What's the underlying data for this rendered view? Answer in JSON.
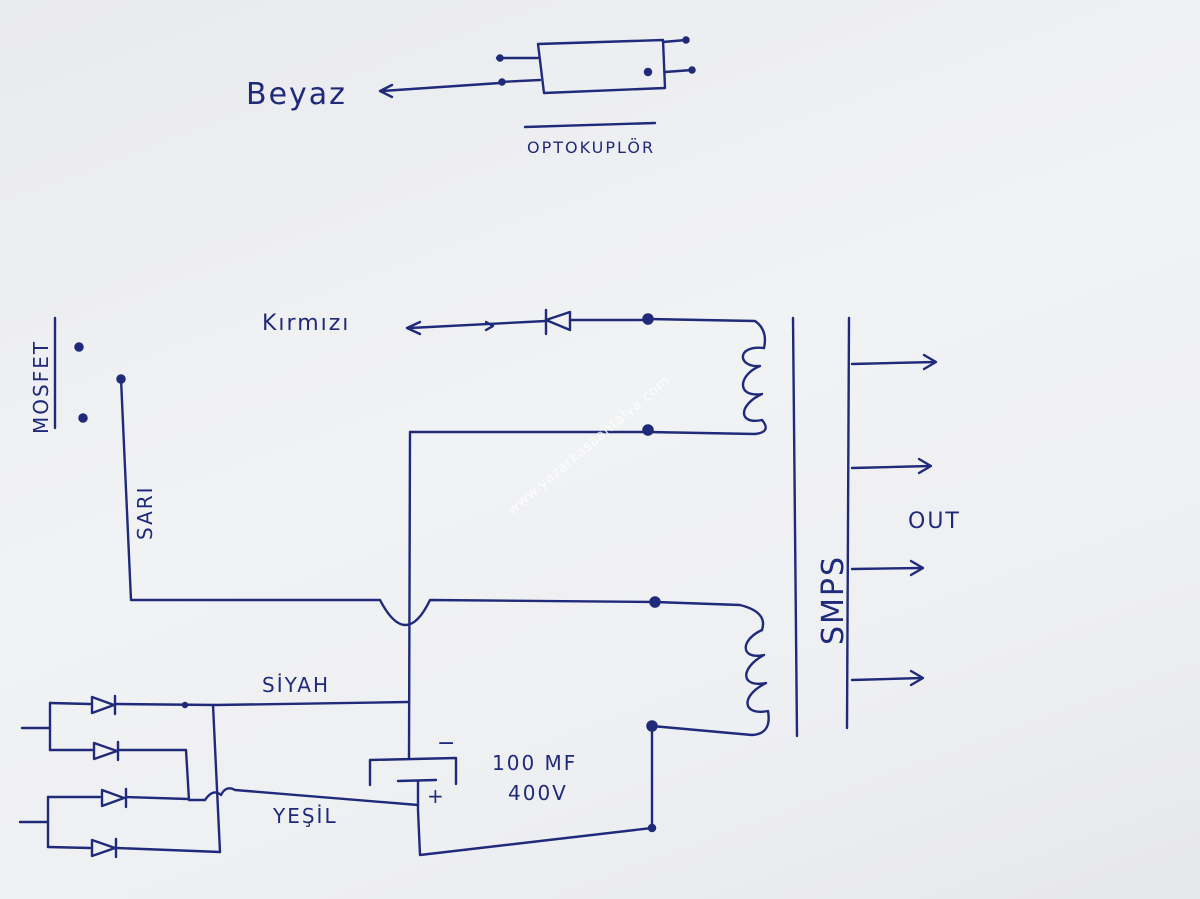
{
  "labels": {
    "beyaz": "Beyaz",
    "optokuplor": "OPTOKUPLÖR",
    "kirmizi": "Kırmızı",
    "mosfet": "MOSFET",
    "sari": "SARI",
    "siyah": "SİYAH",
    "yesil": "YEŞİL",
    "smps": "SMPS",
    "out": "OUT",
    "cap_value": "100 MF",
    "cap_voltage": "400V",
    "cap_minus": "−",
    "cap_plus": "+"
  },
  "watermark": "www.yazarkasaantalya.com",
  "colors": {
    "ink": "#1f2a7a",
    "paper": "#eeeff2"
  }
}
